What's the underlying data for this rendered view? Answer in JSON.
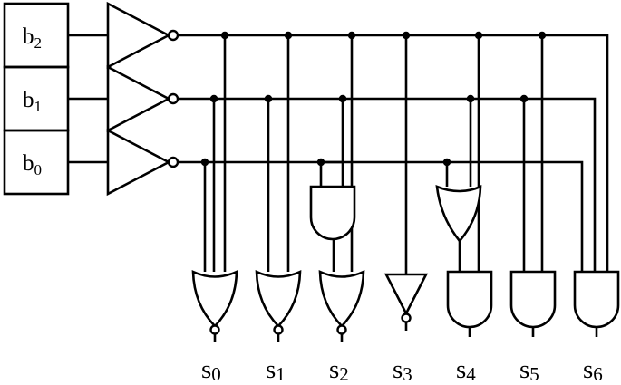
{
  "inputs": [
    {
      "letter": "b",
      "index": "2"
    },
    {
      "letter": "b",
      "index": "1"
    },
    {
      "letter": "b",
      "index": "0"
    }
  ],
  "outputs": [
    {
      "letter": "s",
      "index": "0"
    },
    {
      "letter": "s",
      "index": "1"
    },
    {
      "letter": "s",
      "index": "2"
    },
    {
      "letter": "s",
      "index": "3"
    },
    {
      "letter": "s",
      "index": "4"
    },
    {
      "letter": "s",
      "index": "5"
    },
    {
      "letter": "s",
      "index": "6"
    }
  ],
  "colors": {
    "ink": "#000000",
    "background": "#ffffff"
  }
}
